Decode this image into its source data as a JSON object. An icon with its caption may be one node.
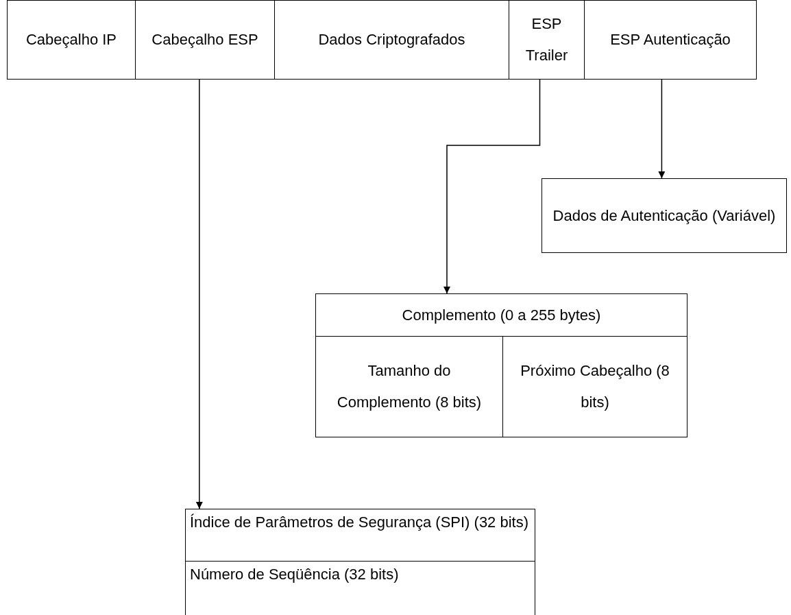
{
  "diagram": {
    "nodes": [
      {
        "text": [
          "Cabeçalho IP"
        ]
      },
      {
        "text": [
          "Cabeçalho ESP"
        ]
      },
      {
        "text": [
          "Dados Criptografados"
        ]
      },
      {
        "text": [
          "ESP Trailer"
        ]
      },
      {
        "text": [
          "ESP Autenticação"
        ]
      },
      {
        "text": [
          "Dados de Autenticação (Variável)"
        ]
      },
      {
        "text": [
          "Complemento (0 a 255 bytes)"
        ]
      },
      {
        "text": [
          "Tamanho do Complemento (8 bits)"
        ]
      },
      {
        "text": [
          "Próximo Cabeçalho (8 bits)"
        ]
      },
      {
        "text": [
          "Índice de Parâmetros de Segurança (SPI) (32 bits)"
        ]
      },
      {
        "text": [
          "Número de Seqüência (32 bits)"
        ]
      }
    ],
    "edges": [
      {
        "from": 3,
        "to": 6,
        "arrow": "to"
      },
      {
        "from": 4,
        "to": 5,
        "arrow": "to"
      },
      {
        "from": 1,
        "to": 9,
        "arrow": "to"
      }
    ]
  }
}
